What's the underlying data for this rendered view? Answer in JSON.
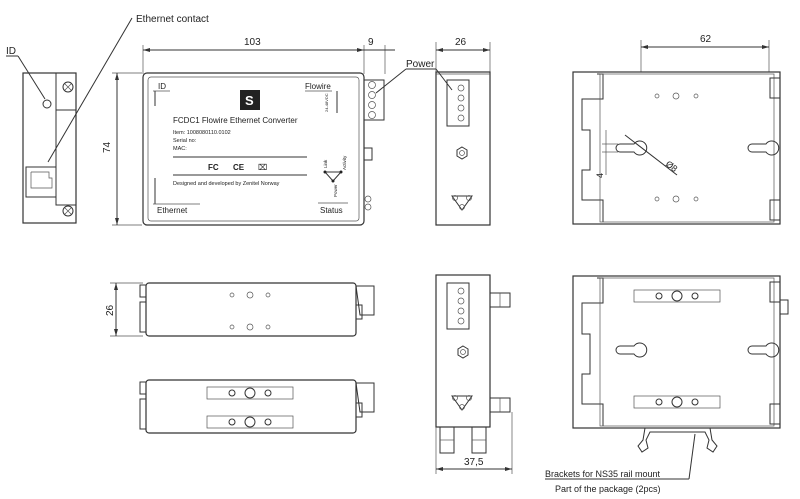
{
  "callouts": {
    "ethernet_contact": "Ethernet contact",
    "id": "ID",
    "power": "Power",
    "brackets_line1": "Brackets for NS35 rail mount",
    "brackets_line2": "Part of the package (2pcs)"
  },
  "dimensions": {
    "front_width": "103",
    "terminal_depth": "9",
    "front_height": "74",
    "side_width": "26",
    "mount_hole_spacing": "62",
    "hole_diameter": "Ø8",
    "hole_offset": "4",
    "top_height": "26",
    "end_width": "37,5"
  },
  "label": {
    "id": "ID",
    "flowire": "Flowire",
    "voltage": "24-48VDC",
    "title": "FCDC1 Flowire Ethernet Converter",
    "item": "Item: 1008080110.0102",
    "serial": "Serial no:",
    "mac": "MAC:",
    "cert_fcc": "FC",
    "cert_ce": "CE",
    "cert_weee": "⌧",
    "designed": "Designed and developed by Zenitel Norway",
    "ethernet": "Ethernet",
    "status": "Status",
    "led_link": "Link",
    "led_activity": "Activity",
    "led_power": "Power",
    "logo": "S"
  }
}
